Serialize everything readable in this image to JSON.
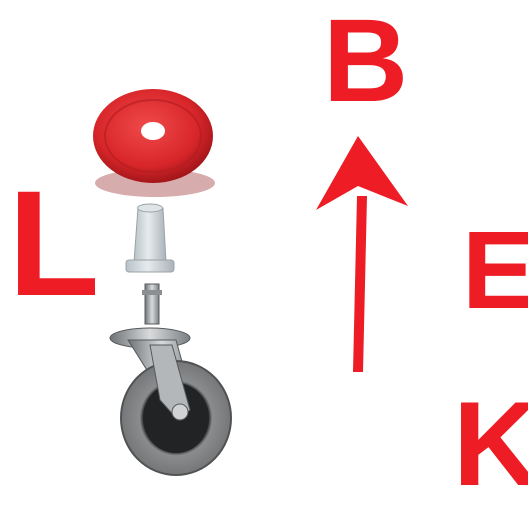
{
  "letters": {
    "left": "L",
    "top": "B",
    "right_middle": "E",
    "right_bottom": "K"
  },
  "colors": {
    "accent_red": "#ee1c25",
    "washer_red": "#d8262a",
    "sleeve_grey": "#cfd6da",
    "wheel_grey": "#8a8c8e"
  },
  "icons": [
    "red-washer-disc",
    "plastic-sleeve",
    "caster-wheel",
    "up-arrow"
  ]
}
